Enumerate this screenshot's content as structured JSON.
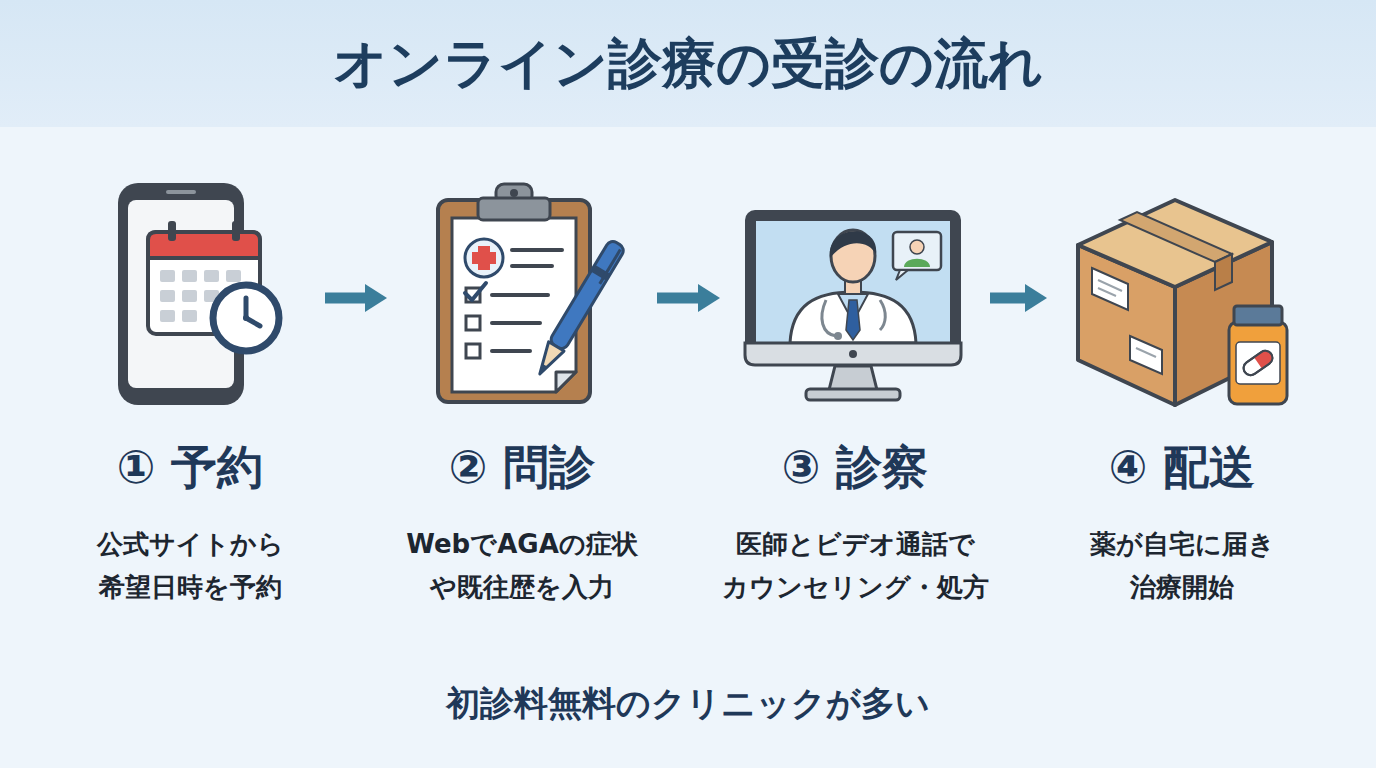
{
  "diagram": {
    "title": "オンライン診療の受診の流れ",
    "caption": "初診料無料のクリニックが多い",
    "nodes": [
      {
        "text": [
          "① 予約",
          "公式サイトから 希望日時を予約"
        ]
      },
      {
        "text": [
          "② 問診",
          "WebでAGAの症状 や既往歴を入力"
        ]
      },
      {
        "text": [
          "③ 診察",
          "医師とビデオ通話で カウンセリング・処方"
        ]
      },
      {
        "text": [
          "④ 配送",
          "薬が自宅に届き 治療開始"
        ]
      }
    ],
    "edges": [
      {
        "from": 0,
        "to": 1,
        "arrow": "to"
      },
      {
        "from": 1,
        "to": 2,
        "arrow": "to"
      },
      {
        "from": 2,
        "to": 3,
        "arrow": "to"
      }
    ]
  }
}
